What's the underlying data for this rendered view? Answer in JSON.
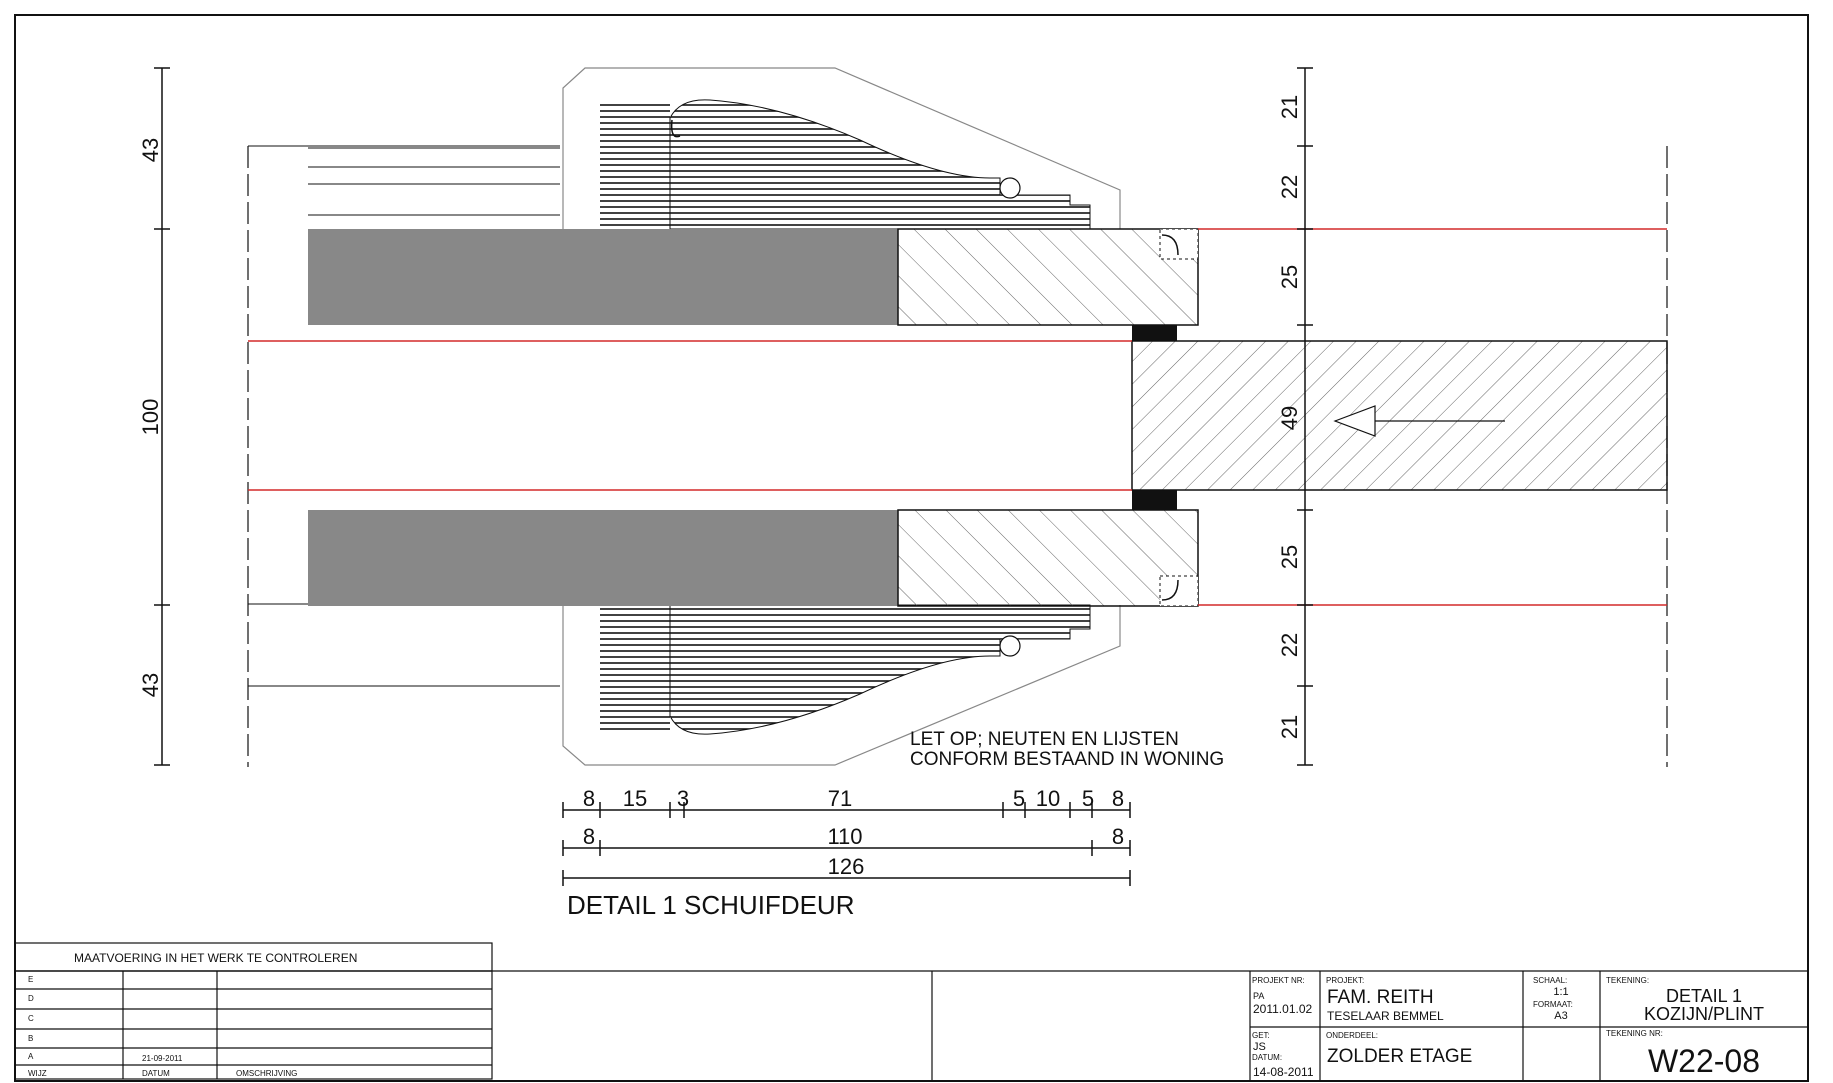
{
  "drawing": {
    "note_line1": "LET OP; NEUTEN EN LIJSTEN",
    "note_line2": "CONFORM BESTAAND IN WONING",
    "detail_title": "DETAIL 1 SCHUIFDEUR"
  },
  "dimensions": {
    "left_top": "43",
    "left_mid": "100",
    "left_bottom": "43",
    "right": [
      "21",
      "22",
      "25",
      "49",
      "25",
      "22",
      "21"
    ],
    "row1": [
      "8",
      "15",
      "3",
      "71",
      "5",
      "10",
      "5",
      "8"
    ],
    "row2": [
      "8",
      "110",
      "8"
    ],
    "row3": "126"
  },
  "revisions": {
    "header": "MAATVOERING IN HET WERK TE CONTROLEREN",
    "rows": [
      {
        "letter": "E",
        "date": "",
        "desc": ""
      },
      {
        "letter": "D",
        "date": "",
        "desc": ""
      },
      {
        "letter": "C",
        "date": "",
        "desc": ""
      },
      {
        "letter": "B",
        "date": "",
        "desc": ""
      },
      {
        "letter": "A",
        "date": "21-09-2011",
        "desc": ""
      }
    ],
    "col_wijz": "WIJZ",
    "col_datum": "DATUM",
    "col_omschrijving": "OMSCHRIJVING"
  },
  "titleblock": {
    "projekt_nr_label": "PROJEKT NR:",
    "projekt_nr_prefix": "PA",
    "projekt_nr": "2011.01.02",
    "get_label": "GET:",
    "get_value": "JS",
    "datum_label": "DATUM:",
    "datum_value": "14-08-2011",
    "projekt_label": "PROJEKT:",
    "projekt_name": "FAM. REITH",
    "projekt_location": "TESELAAR BEMMEL",
    "onderdeel_label": "ONDERDEEL:",
    "onderdeel_value": "ZOLDER ETAGE",
    "schaal_label": "SCHAAL:",
    "schaal_value": "1:1",
    "formaat_label": "FORMAAT:",
    "formaat_value": "A3",
    "tekening_label": "TEKENING:",
    "tekening_line1": "DETAIL 1",
    "tekening_line2": "KOZIJN/PLINT",
    "tekening_nr_label": "TEKENING NR:",
    "tekening_nr": "W22-08"
  },
  "colors": {
    "line": "#111111",
    "red": "#d42a2a",
    "gray_fill": "#888888",
    "hatch": "#555555"
  }
}
